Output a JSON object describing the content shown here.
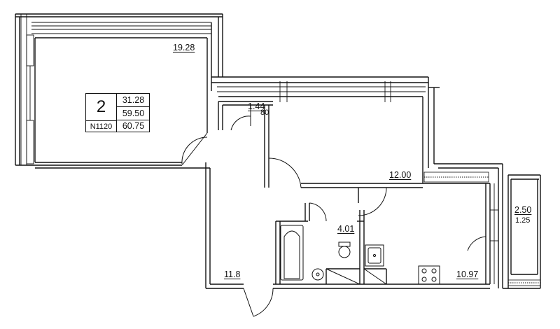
{
  "plan": {
    "info_box": {
      "rooms": "2",
      "living_area": "31.28",
      "total_area": "59.50",
      "apartment_id": "N1120",
      "area_with_balcony": "60.75"
    },
    "rooms": [
      {
        "key": "room-large",
        "area": "19.28"
      },
      {
        "key": "room-small",
        "area": "12.00"
      },
      {
        "key": "closet",
        "area": "1.44"
      },
      {
        "key": "closet-note",
        "area": "80"
      },
      {
        "key": "bathroom",
        "area": "4.01"
      },
      {
        "key": "kitchen",
        "area": "10.97"
      },
      {
        "key": "hall",
        "area": "11.8"
      },
      {
        "key": "balcony",
        "area": "2.50"
      },
      {
        "key": "balcony-reduced",
        "area": "1.25"
      }
    ]
  }
}
